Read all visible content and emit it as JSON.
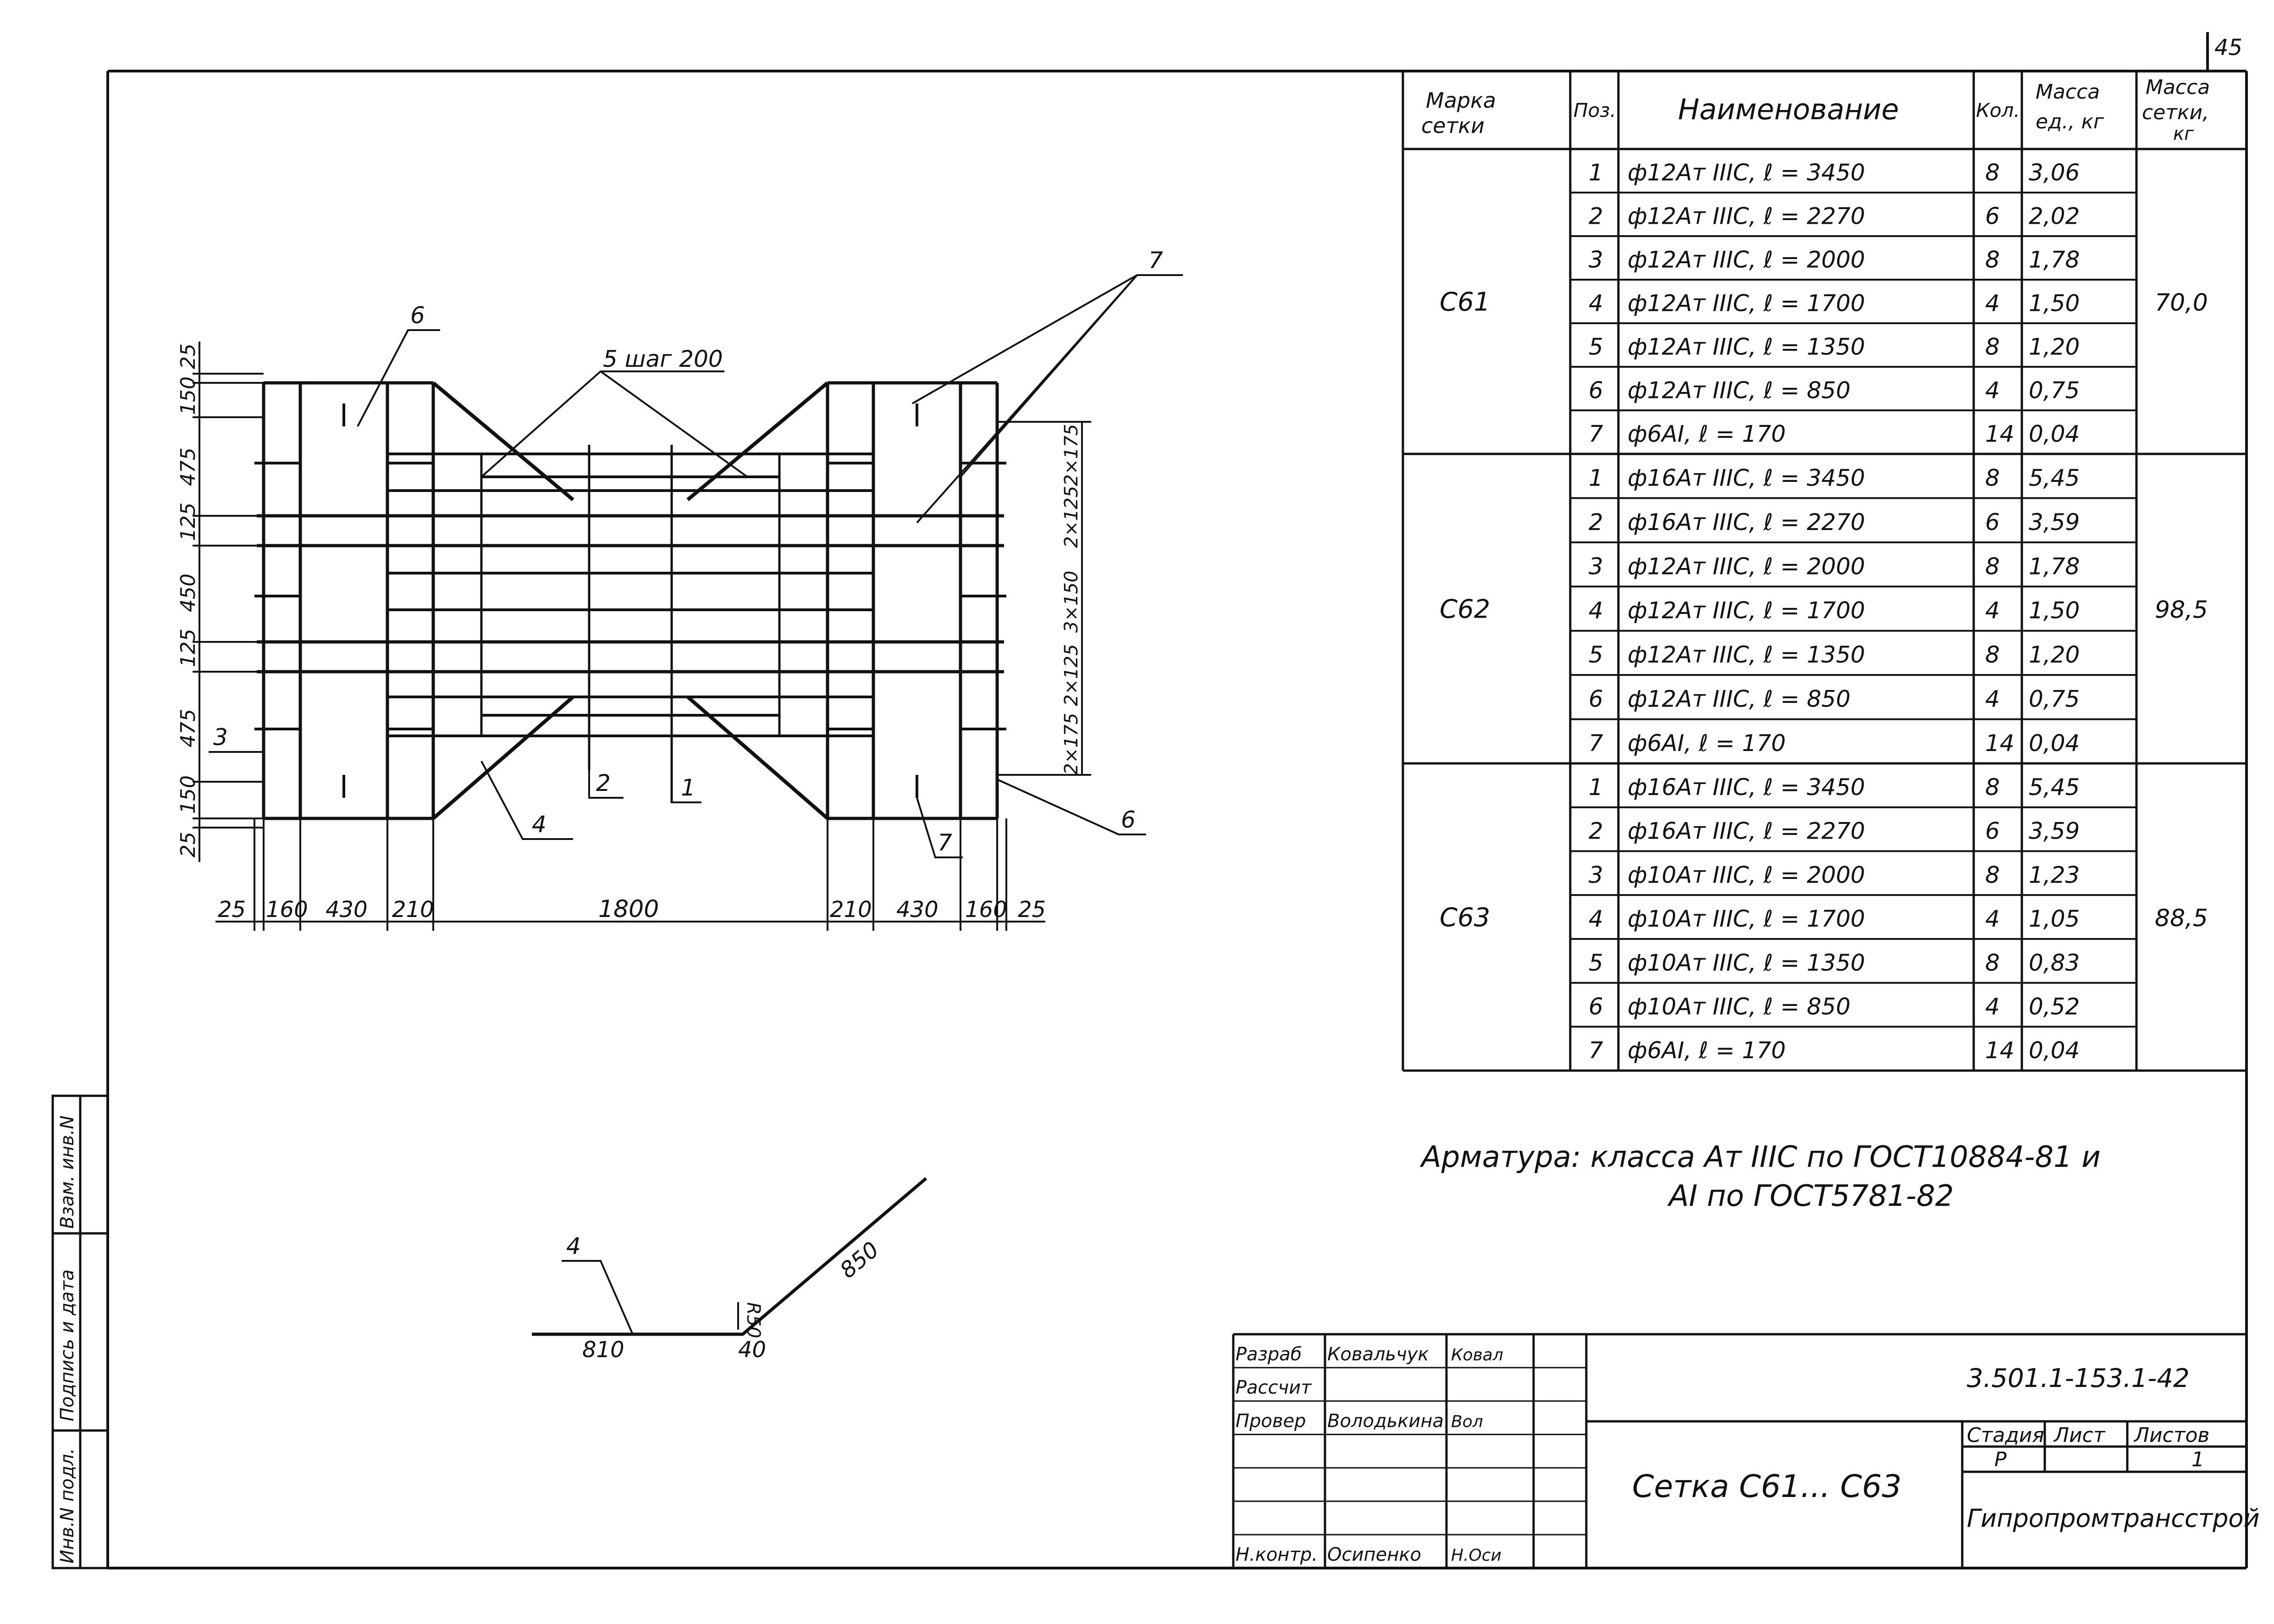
{
  "sheet_number": "45",
  "table": {
    "headers": [
      "Марка сетки",
      "Поз.",
      "Наименование",
      "Кол.",
      "Масса ед., кг",
      "Масса сетки, кг"
    ],
    "groups": [
      {
        "mark": "С61",
        "total": "70,0",
        "rows": [
          {
            "pos": "1",
            "name": "ф12Ат IIIС,   ℓ = 3450",
            "qty": "8",
            "mass": "3,06"
          },
          {
            "pos": "2",
            "name": "ф12Ат IIIС,   ℓ = 2270",
            "qty": "6",
            "mass": "2,02"
          },
          {
            "pos": "3",
            "name": "ф12Ат IIIС,   ℓ = 2000",
            "qty": "8",
            "mass": "1,78"
          },
          {
            "pos": "4",
            "name": "ф12Ат IIIС,   ℓ = 1700",
            "qty": "4",
            "mass": "1,50"
          },
          {
            "pos": "5",
            "name": "ф12Ат IIIС,   ℓ = 1350",
            "qty": "8",
            "mass": "1,20"
          },
          {
            "pos": "6",
            "name": "ф12Ат IIIС,   ℓ = 850",
            "qty": "4",
            "mass": "0,75"
          },
          {
            "pos": "7",
            "name": "ф6АI,         ℓ = 170",
            "qty": "14",
            "mass": "0,04"
          }
        ]
      },
      {
        "mark": "С62",
        "total": "98,5",
        "rows": [
          {
            "pos": "1",
            "name": "ф16Ат IIIС,   ℓ = 3450",
            "qty": "8",
            "mass": "5,45"
          },
          {
            "pos": "2",
            "name": "ф16Ат IIIС,   ℓ = 2270",
            "qty": "6",
            "mass": "3,59"
          },
          {
            "pos": "3",
            "name": "ф12Ат IIIС,   ℓ = 2000",
            "qty": "8",
            "mass": "1,78"
          },
          {
            "pos": "4",
            "name": "ф12Ат IIIС,   ℓ = 1700",
            "qty": "4",
            "mass": "1,50"
          },
          {
            "pos": "5",
            "name": "ф12Ат IIIС,   ℓ = 1350",
            "qty": "8",
            "mass": "1,20"
          },
          {
            "pos": "6",
            "name": "ф12Ат IIIС,   ℓ = 850",
            "qty": "4",
            "mass": "0,75"
          },
          {
            "pos": "7",
            "name": "ф6АI,         ℓ = 170",
            "qty": "14",
            "mass": "0,04"
          }
        ]
      },
      {
        "mark": "С63",
        "total": "88,5",
        "rows": [
          {
            "pos": "1",
            "name": "ф16Ат IIIС,   ℓ = 3450",
            "qty": "8",
            "mass": "5,45"
          },
          {
            "pos": "2",
            "name": "ф16Ат IIIС,   ℓ = 2270",
            "qty": "6",
            "mass": "3,59"
          },
          {
            "pos": "3",
            "name": "ф10Ат IIIС,   ℓ = 2000",
            "qty": "8",
            "mass": "1,23"
          },
          {
            "pos": "4",
            "name": "ф10Ат IIIС,   ℓ = 1700",
            "qty": "4",
            "mass": "1,05"
          },
          {
            "pos": "5",
            "name": "ф10Ат IIIС,   ℓ = 1350",
            "qty": "8",
            "mass": "0,83"
          },
          {
            "pos": "6",
            "name": "ф10Ат IIIС,   ℓ = 850",
            "qty": "4",
            "mass": "0,52"
          },
          {
            "pos": "7",
            "name": "ф6АI,         ℓ = 170",
            "qty": "14",
            "mass": "0,04"
          }
        ]
      }
    ]
  },
  "note": {
    "line1": "Арматура: класса Ат IIIС по ГОСТ10884-81 и",
    "line2": "АI по ГОСТ5781-82"
  },
  "drawing": {
    "bottom_dims": [
      "25",
      "160",
      "430",
      "210",
      "1800",
      "210",
      "430",
      "160",
      "25"
    ],
    "left_dims": [
      "25",
      "150",
      "475",
      "125",
      "450",
      "125",
      "475",
      "150",
      "25"
    ],
    "right_dims": [
      "2×175",
      "2×125",
      "3×150",
      "2×125",
      "2×175"
    ],
    "callout_5": "5 шаг 200",
    "labels": [
      "1",
      "2",
      "3",
      "4",
      "6",
      "6",
      "7",
      "7"
    ]
  },
  "bent_bar": {
    "label": "4",
    "dim_a": "810",
    "dim_b": "40",
    "dim_c": "850",
    "radius": "R50"
  },
  "side_stamp": [
    "Инв.N подл.",
    "Подпись и дата",
    "Взам. инв.N"
  ],
  "title_block": {
    "roles": [
      "Разраб",
      "Рассчит",
      "Провер",
      "",
      "",
      "",
      "Н.контр."
    ],
    "names": [
      "Ковальчук",
      "",
      "Володькина",
      "",
      "",
      "",
      "Осипенко"
    ],
    "signatures": [
      "Ковал",
      "",
      "Вол",
      "",
      "",
      "",
      "Н.Оси"
    ],
    "code": "3.501.1-153.1-42",
    "title": "Сетка С61... С63",
    "stage_label": "Стадия",
    "sheet_label": "Лист",
    "sheets_label": "Листов",
    "stage": "Р",
    "sheet": "",
    "sheets": "1",
    "organization": "Гипропромтрансстрой"
  }
}
